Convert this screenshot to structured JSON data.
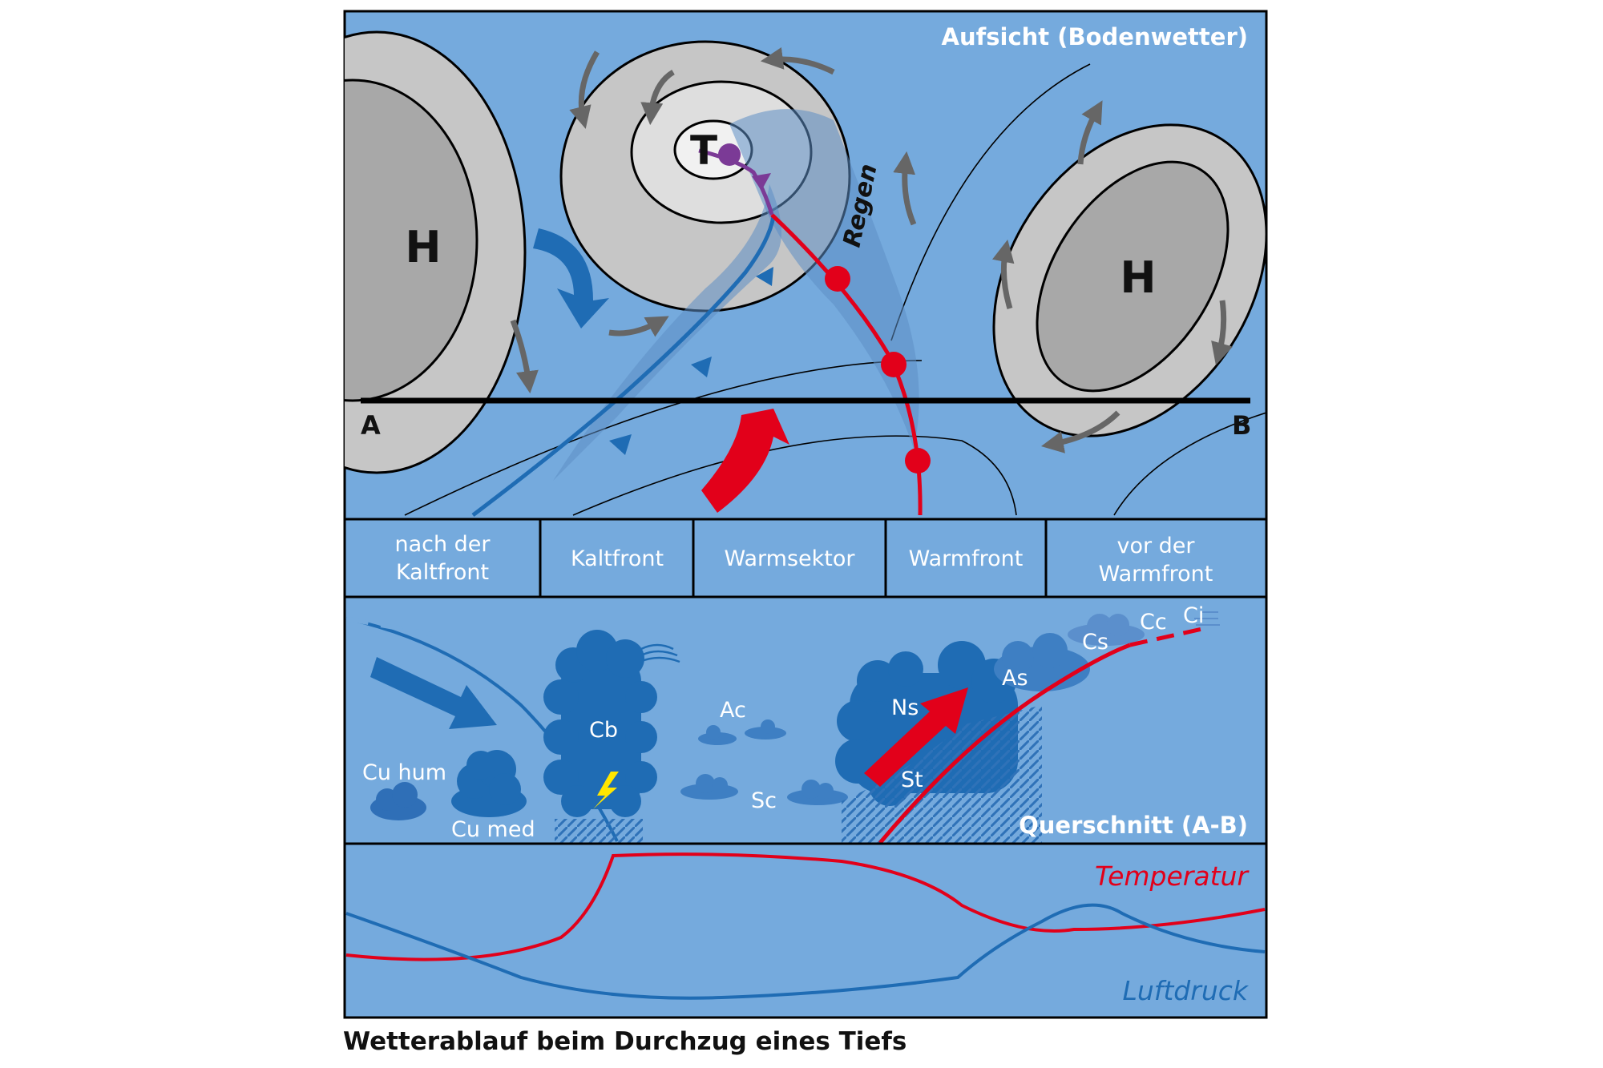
{
  "top_panel": {
    "title": "Aufsicht (Bodenwetter)",
    "high_left": "H",
    "high_right": "H",
    "low": "T",
    "rain": "Regen",
    "point_a": "A",
    "point_b": "B"
  },
  "sectors": [
    {
      "line1": "nach der",
      "line2": "Kaltfront"
    },
    {
      "line1": "Kaltfront",
      "line2": ""
    },
    {
      "line1": "Warmsektor",
      "line2": ""
    },
    {
      "line1": "Warmfront",
      "line2": ""
    },
    {
      "line1": "vor der",
      "line2": "Warmfront"
    }
  ],
  "cross_section": {
    "title": "Querschnitt (A-B)",
    "clouds": {
      "cu_hum": "Cu hum",
      "cu_med": "Cu med",
      "cb": "Cb",
      "ac": "Ac",
      "sc": "Sc",
      "ns": "Ns",
      "st": "St",
      "as": "As",
      "cs": "Cs",
      "cc": "Cc",
      "ci": "Ci"
    }
  },
  "graph": {
    "temperature": "Temperatur",
    "pressure": "Luftdruck"
  },
  "colors": {
    "panel_bg": "#75aadd",
    "dark_blue": "#1f6cb4",
    "red": "#e2001a",
    "grey": "#c6c6c6",
    "dark_grey": "#a8a8a8",
    "purple": "#7b3a96",
    "lightning": "#ffe600"
  },
  "caption": "Wetterablauf beim Durchzug eines Tiefs"
}
